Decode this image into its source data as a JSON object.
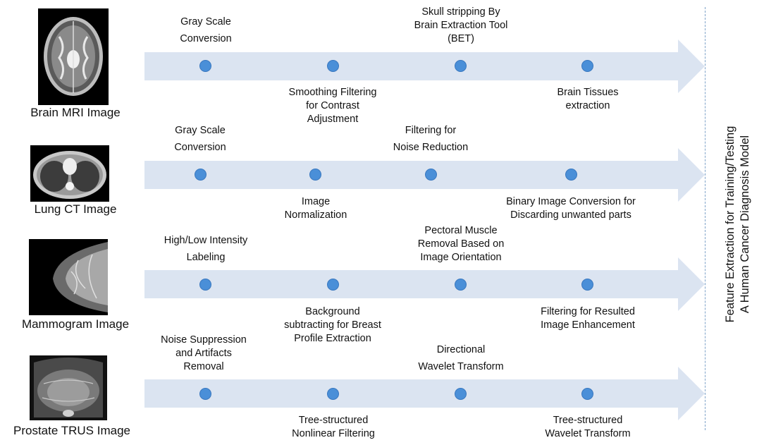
{
  "rows": [
    {
      "modality": "Brain MRI Image",
      "image": "brain-mri-scan",
      "steps": [
        {
          "label_top": "Gray Scale\nConversion",
          "label_bottom": ""
        },
        {
          "label_top": "",
          "label_bottom": "Smoothing Filtering\nfor Contrast\nAdjustment"
        },
        {
          "label_top": "Skull stripping By\nBrain Extraction Tool\n(BET)",
          "label_bottom": ""
        },
        {
          "label_top": "",
          "label_bottom": "Brain Tissues\nextraction"
        }
      ]
    },
    {
      "modality": "Lung CT Image",
      "image": "lung-ct-scan",
      "steps": [
        {
          "label_top": "Gray Scale\nConversion",
          "label_bottom": ""
        },
        {
          "label_top": "",
          "label_bottom": "Image\nNormalization"
        },
        {
          "label_top": "Filtering for\nNoise Reduction",
          "label_bottom": ""
        },
        {
          "label_top": "",
          "label_bottom": "Binary Image Conversion for\nDiscarding unwanted parts"
        }
      ]
    },
    {
      "modality": "Mammogram Image",
      "image": "mammogram-scan",
      "steps": [
        {
          "label_top": "High/Low Intensity\nLabeling",
          "label_bottom": ""
        },
        {
          "label_top": "",
          "label_bottom": "Background\nsubtracting for Breast\nProfile Extraction"
        },
        {
          "label_top": "Pectoral Muscle\nRemoval Based on\nImage Orientation",
          "label_bottom": ""
        },
        {
          "label_top": "",
          "label_bottom": "Filtering for Resulted\nImage Enhancement"
        }
      ]
    },
    {
      "modality": "Prostate TRUS Image",
      "image": "prostate-trus-scan",
      "steps": [
        {
          "label_top": "Noise Suppression\nand Artifacts\nRemoval",
          "label_bottom": ""
        },
        {
          "label_top": "",
          "label_bottom": "Tree-structured\nNonlinear Filtering"
        },
        {
          "label_top": "Directional\nWavelet Transform",
          "label_bottom": ""
        },
        {
          "label_top": "",
          "label_bottom": "Tree-structured\nWavelet Transform"
        }
      ]
    }
  ],
  "side_title": "Feature Extraction for Training/Testing\nA Human Cancer Diagnosis Model",
  "colors": {
    "arrow_fill": "#dbe4f1",
    "dot_fill": "#4a8fd8",
    "divider": "#7fa3c9"
  }
}
